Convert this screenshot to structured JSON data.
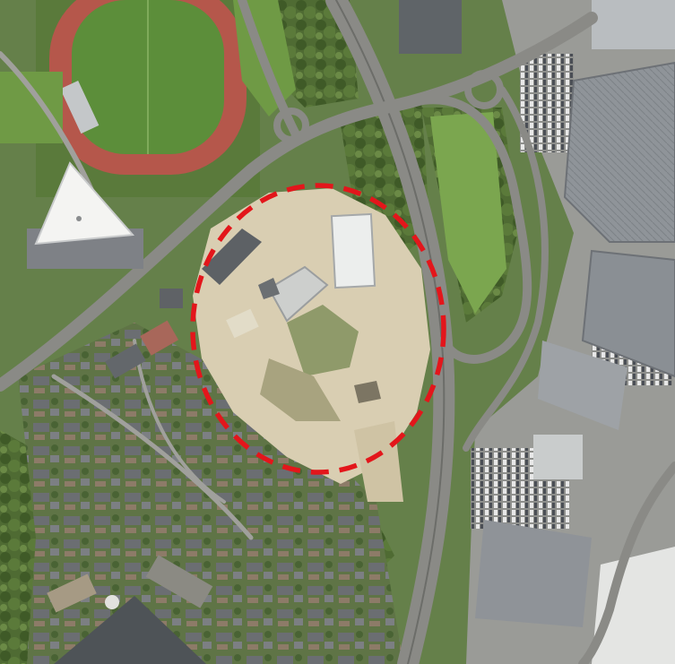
{
  "map": {
    "type": "aerial-orthophoto",
    "labels": [],
    "annotation": {
      "shape": "ellipse",
      "style": "dashed",
      "color": "#e3161b",
      "marks": "site-of-interest"
    },
    "colors": {
      "vegetation": "#5d7a3c",
      "lawn": "#6f9a45",
      "track": "#b5574b",
      "bare_ground": "#d9ceb2",
      "road": "#8a8a86",
      "roof_grey": "#8f9499",
      "roof_light": "#e3e4e2",
      "housing_roof": "#6c6f72",
      "annotation": "#e3161b"
    }
  }
}
